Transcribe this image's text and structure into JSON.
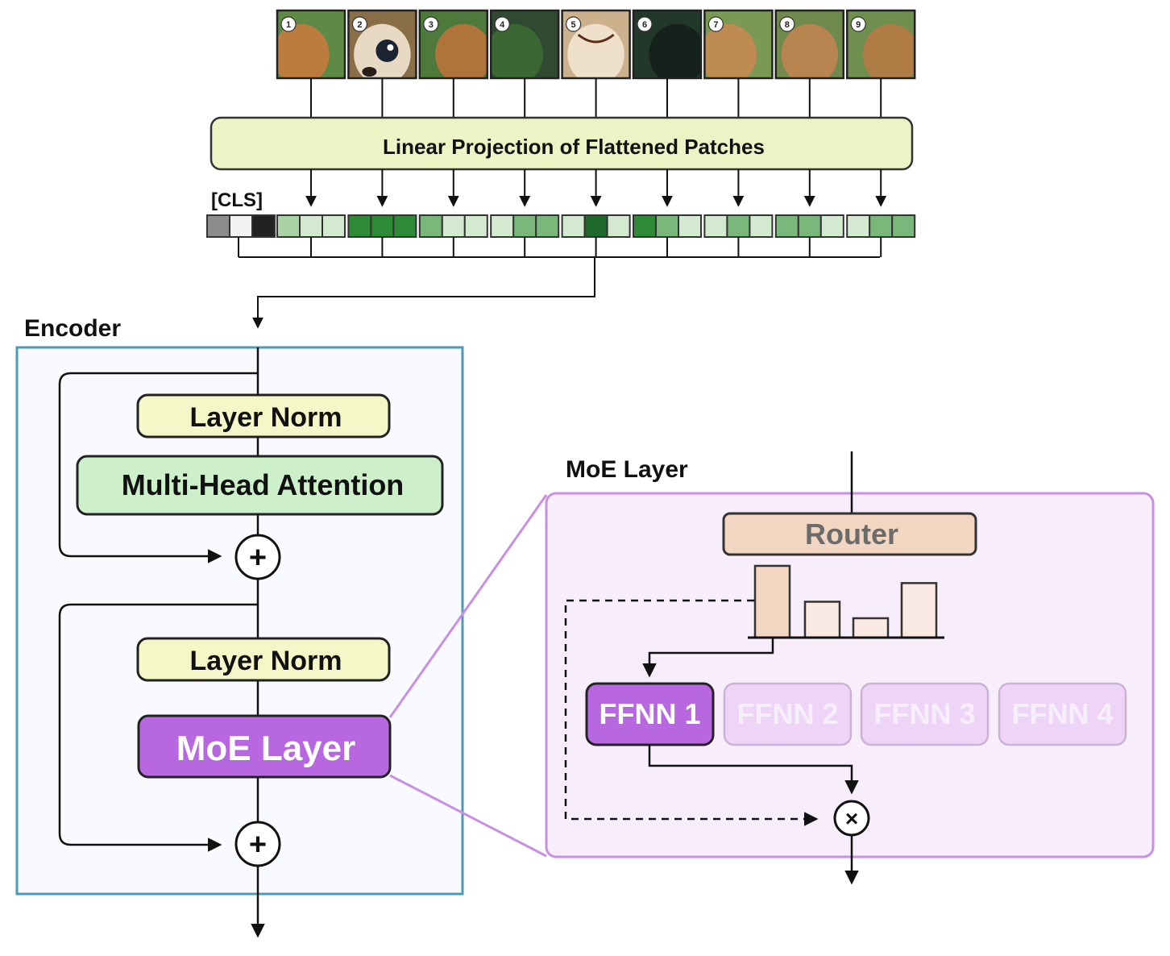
{
  "patches": {
    "numbers": [
      "1",
      "2",
      "3",
      "4",
      "5",
      "6",
      "7",
      "8",
      "9"
    ]
  },
  "projection": {
    "label": "Linear Projection of Flattened Patches"
  },
  "cls_token": {
    "label": "[CLS]"
  },
  "encoder": {
    "title": "Encoder",
    "layer_norm_1": "Layer Norm",
    "attention": "Multi-Head Attention",
    "layer_norm_2": "Layer Norm",
    "moe": "MoE Layer",
    "add_symbol": "+"
  },
  "moe_detail": {
    "title": "MoE Layer",
    "router": "Router",
    "router_weights": [
      1.0,
      0.5,
      0.27,
      0.76
    ],
    "experts": [
      "FFNN 1",
      "FFNN 2",
      "FFNN 3",
      "FFNN 4"
    ],
    "selected_expert": "FFNN 1",
    "multiply_symbol": "×"
  },
  "colors": {
    "encoder_border": "#4a9ab8",
    "moe_border": "#c98ee6",
    "moe_fill": "#f8eefb",
    "layer_norm_fill": "#f5f7c8",
    "attention_fill": "#cdf0cb",
    "moe_layer_fill": "#b768e0",
    "router_fill": "#f2d6c2",
    "projection_fill": "#eef3c6"
  }
}
